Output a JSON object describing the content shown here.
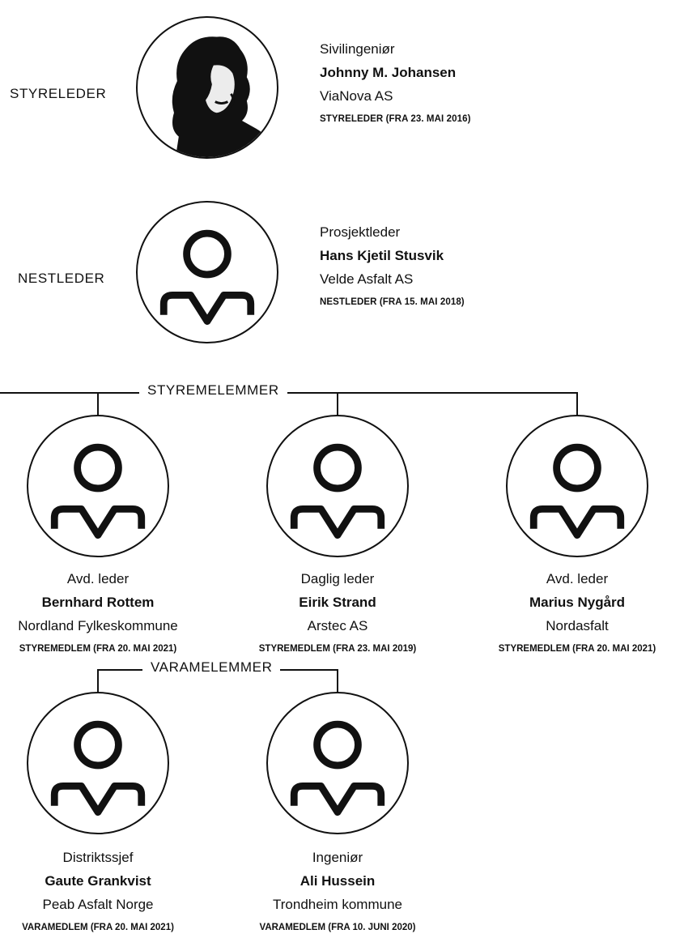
{
  "chair": {
    "role_label": "STYRELEDER",
    "title": "Sivilingeniør",
    "name": "Johnny M. Johansen",
    "company": "ViaNova AS",
    "since": "STYRELEDER (FRA 23. MAI 2016)",
    "icon": "portrait-photo"
  },
  "vice_chair": {
    "role_label": "NESTLEDER",
    "title": "Prosjektleder",
    "name": "Hans Kjetil Stusvik",
    "company": "Velde Asfalt AS",
    "since": "NESTLEDER (FRA 15. MAI 2018)",
    "icon": "person-icon"
  },
  "board_members": {
    "section_label": "STYREMELEMMER",
    "members": [
      {
        "title": "Avd. leder",
        "name": "Bernhard Rottem",
        "company": "Nordland Fylkeskommune",
        "since": "STYREMEDLEM (FRA 20. MAI 2021)",
        "icon": "person-icon"
      },
      {
        "title": "Daglig leder",
        "name": "Eirik Strand",
        "company": "Arstec AS",
        "since": "STYREMEDLEM (FRA 23. MAI 2019)",
        "icon": "person-icon"
      },
      {
        "title": "Avd. leder",
        "name": "Marius Nygård",
        "company": "Nordasfalt",
        "since": "STYREMEDLEM (FRA 20. MAI 2021)",
        "icon": "person-icon"
      }
    ]
  },
  "deputies": {
    "section_label": "VARAMELEMMER",
    "members": [
      {
        "title": "Distriktssjef",
        "name": "Gaute Grankvist",
        "company": "Peab Asfalt Norge",
        "since": "VARAMEDLEM (FRA 20. MAI 2021)",
        "icon": "person-icon"
      },
      {
        "title": "Ingeniør",
        "name": "Ali Hussein",
        "company": "Trondheim kommune",
        "since": "VARAMEDLEM (FRA 10. JUNI 2020)",
        "icon": "person-icon"
      }
    ]
  }
}
